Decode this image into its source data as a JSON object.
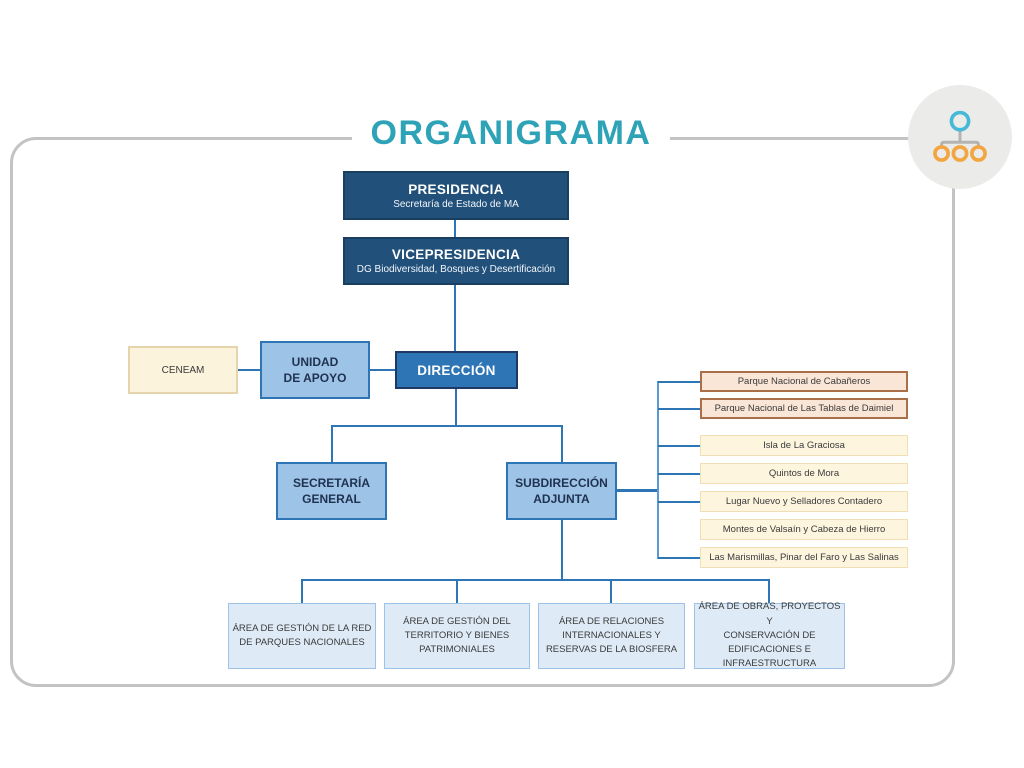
{
  "title": "ORGANIGRAMA",
  "icon": {
    "name": "org-chart"
  },
  "nodes": {
    "presidencia": {
      "title": "PRESIDENCIA",
      "subtitle": "Secretaría de Estado de MA"
    },
    "vicepresidencia": {
      "title": "VICEPRESIDENCIA",
      "subtitle": "DG Biodiversidad, Bosques y Desertificación"
    },
    "direccion": {
      "label": "DIRECCIÓN"
    },
    "unidad_apoyo": {
      "label": "UNIDAD\nDE APOYO"
    },
    "ceneam": {
      "label": "CENEAM"
    },
    "secretaria_general": {
      "label": "SECRETARÍA\nGENERAL"
    },
    "subdireccion_adjunta": {
      "label": "SUBDIRECCIÓN\nADJUNTA"
    }
  },
  "parques": [
    {
      "label": "Parque Nacional de Cabañeros"
    },
    {
      "label": "Parque Nacional de Las Tablas de Daimiel"
    },
    {
      "label": "Isla de La Graciosa"
    },
    {
      "label": "Quintos de Mora"
    },
    {
      "label": "Lugar Nuevo y Selladores Contadero"
    },
    {
      "label": "Montes de Valsaín y Cabeza de Hierro"
    },
    {
      "label": "Las Marismillas, Pinar del Faro y Las Salinas"
    }
  ],
  "areas": [
    {
      "label": "ÁREA DE GESTIÓN DE LA RED\nDE PARQUES NACIONALES"
    },
    {
      "label": "ÁREA DE GESTIÓN DEL\nTERRITORIO Y BIENES\nPATRIMONIALES"
    },
    {
      "label": "ÁREA DE RELACIONES\nINTERNACIONALES Y\nRESERVAS DE LA BIOSFERA"
    },
    {
      "label": "ÁREA DE OBRAS, PROYECTOS Y\nCONSERVACIÓN DE\nEDIFICACIONES E\nINFRAESTRUCTURA"
    }
  ],
  "colors": {
    "title_teal": "#2EA3B8",
    "dark_blue": "#21507A",
    "medium_blue": "#2E75B6",
    "light_blue": "#9DC3E6",
    "pale_blue": "#DEEBF7",
    "peach": "#FAE6D7",
    "peach_border": "#A86F48",
    "cream": "#FDF5DE",
    "cream_border": "#F0DFB4",
    "connector_blue": "#2E75B6",
    "frame_gray": "#C3C3C3",
    "icon_teal": "#45B9D6",
    "icon_orange": "#F2A540"
  }
}
